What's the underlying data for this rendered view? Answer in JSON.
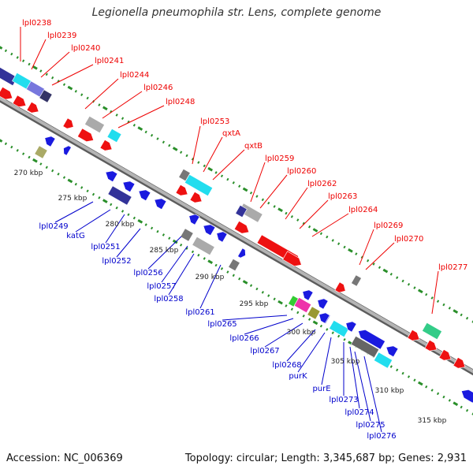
{
  "title": "Legionella pneumophila str. Lens, complete genome",
  "footer": {
    "accession": "Accession: NC_006369",
    "topology": "Topology: circular; Length: 3,345,687 bp; Genes: 2,931"
  },
  "colors": {
    "forward_label": "#ee0000",
    "reverse_label": "#0000cc",
    "backbone": "#888888",
    "tick": "#2a8f2a",
    "gene_red": "#ee1111",
    "gene_blue": "#1a1adf",
    "gene_navy": "#333399",
    "gene_grey": "#aaaaaa",
    "gene_cyan": "#22ddee"
  },
  "scale_labels": [
    "270 kbp",
    "275 kbp",
    "280 kbp",
    "285 kbp",
    "290 kbp",
    "295 kbp",
    "300 kbp",
    "305 kbp",
    "310 kbp",
    "315 kbp"
  ],
  "forward_labels": [
    "lpl0238",
    "lpl0239",
    "lpl0240",
    "lpl0241",
    "lpl0244",
    "lpl0246",
    "lpl0248",
    "lpl0253",
    "qxtA",
    "qxtB",
    "lpl0259",
    "lpl0260",
    "lpl0262",
    "lpl0263",
    "lpl0264",
    "lpl0269",
    "lpl0270",
    "lpl0277"
  ],
  "reverse_labels": [
    "lpl0249",
    "katG",
    "lpl0251",
    "lpl0252",
    "lpl0256",
    "lpl0257",
    "lpl0258",
    "lpl0261",
    "lpl0265",
    "lpl0266",
    "lpl0267",
    "lpl0268",
    "purK",
    "purE",
    "lpl0273",
    "lpl0274",
    "lpl0275",
    "lpl0276"
  ]
}
